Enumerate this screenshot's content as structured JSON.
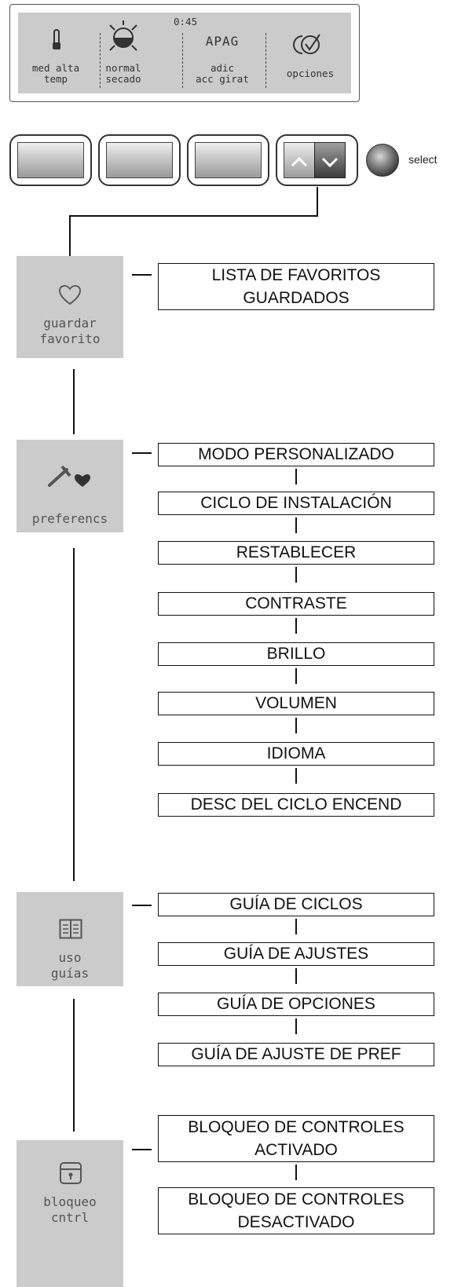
{
  "lcd": {
    "time": "0:45",
    "cols": [
      {
        "line1": "med alta",
        "line2": "temp",
        "icon": "thermometer-icon"
      },
      {
        "line1": "normal",
        "line2": "secado",
        "icon": "sun-half-icon"
      },
      {
        "status": "APAG",
        "line1": "adic",
        "line2": "acc girat"
      },
      {
        "line1": "opciones",
        "icon": "double-check-icon"
      }
    ]
  },
  "controls": {
    "select_label": "select",
    "arrow_icons": [
      "chevron-up-icon",
      "chevron-down-icon"
    ]
  },
  "categories": {
    "favorites": {
      "label1": "guardar",
      "label2": "favorito",
      "icon": "heart-outline-icon",
      "items": [
        {
          "line1": "LISTA DE FAVORITOS",
          "line2": "GUARDADOS"
        }
      ]
    },
    "preferences": {
      "label1": "preferencs",
      "icon": "wrench-heart-icon",
      "items": [
        "MODO PERSONALIZADO",
        "CICLO DE INSTALACIÓN",
        "RESTABLECER",
        "CONTRASTE",
        "BRILLO",
        "VOLUMEN",
        "IDIOMA",
        "DESC DEL CICLO ENCEND"
      ]
    },
    "guides": {
      "label1": "uso",
      "label2": "guías",
      "icon": "book-icon",
      "items": [
        "GUÍA DE CICLOS",
        "GUÍA DE AJUSTES",
        "GUÍA DE OPCIONES",
        "GUÍA DE AJUSTE DE PREF"
      ]
    },
    "lock": {
      "label1": "bloqueo",
      "label2": "cntrl",
      "icon": "lock-icon",
      "items": [
        {
          "line1": "BLOQUEO DE CONTROLES",
          "line2": "ACTIVADO"
        },
        {
          "line1": "BLOQUEO DE CONTROLES",
          "line2": "DESACTIVADO"
        }
      ]
    }
  }
}
